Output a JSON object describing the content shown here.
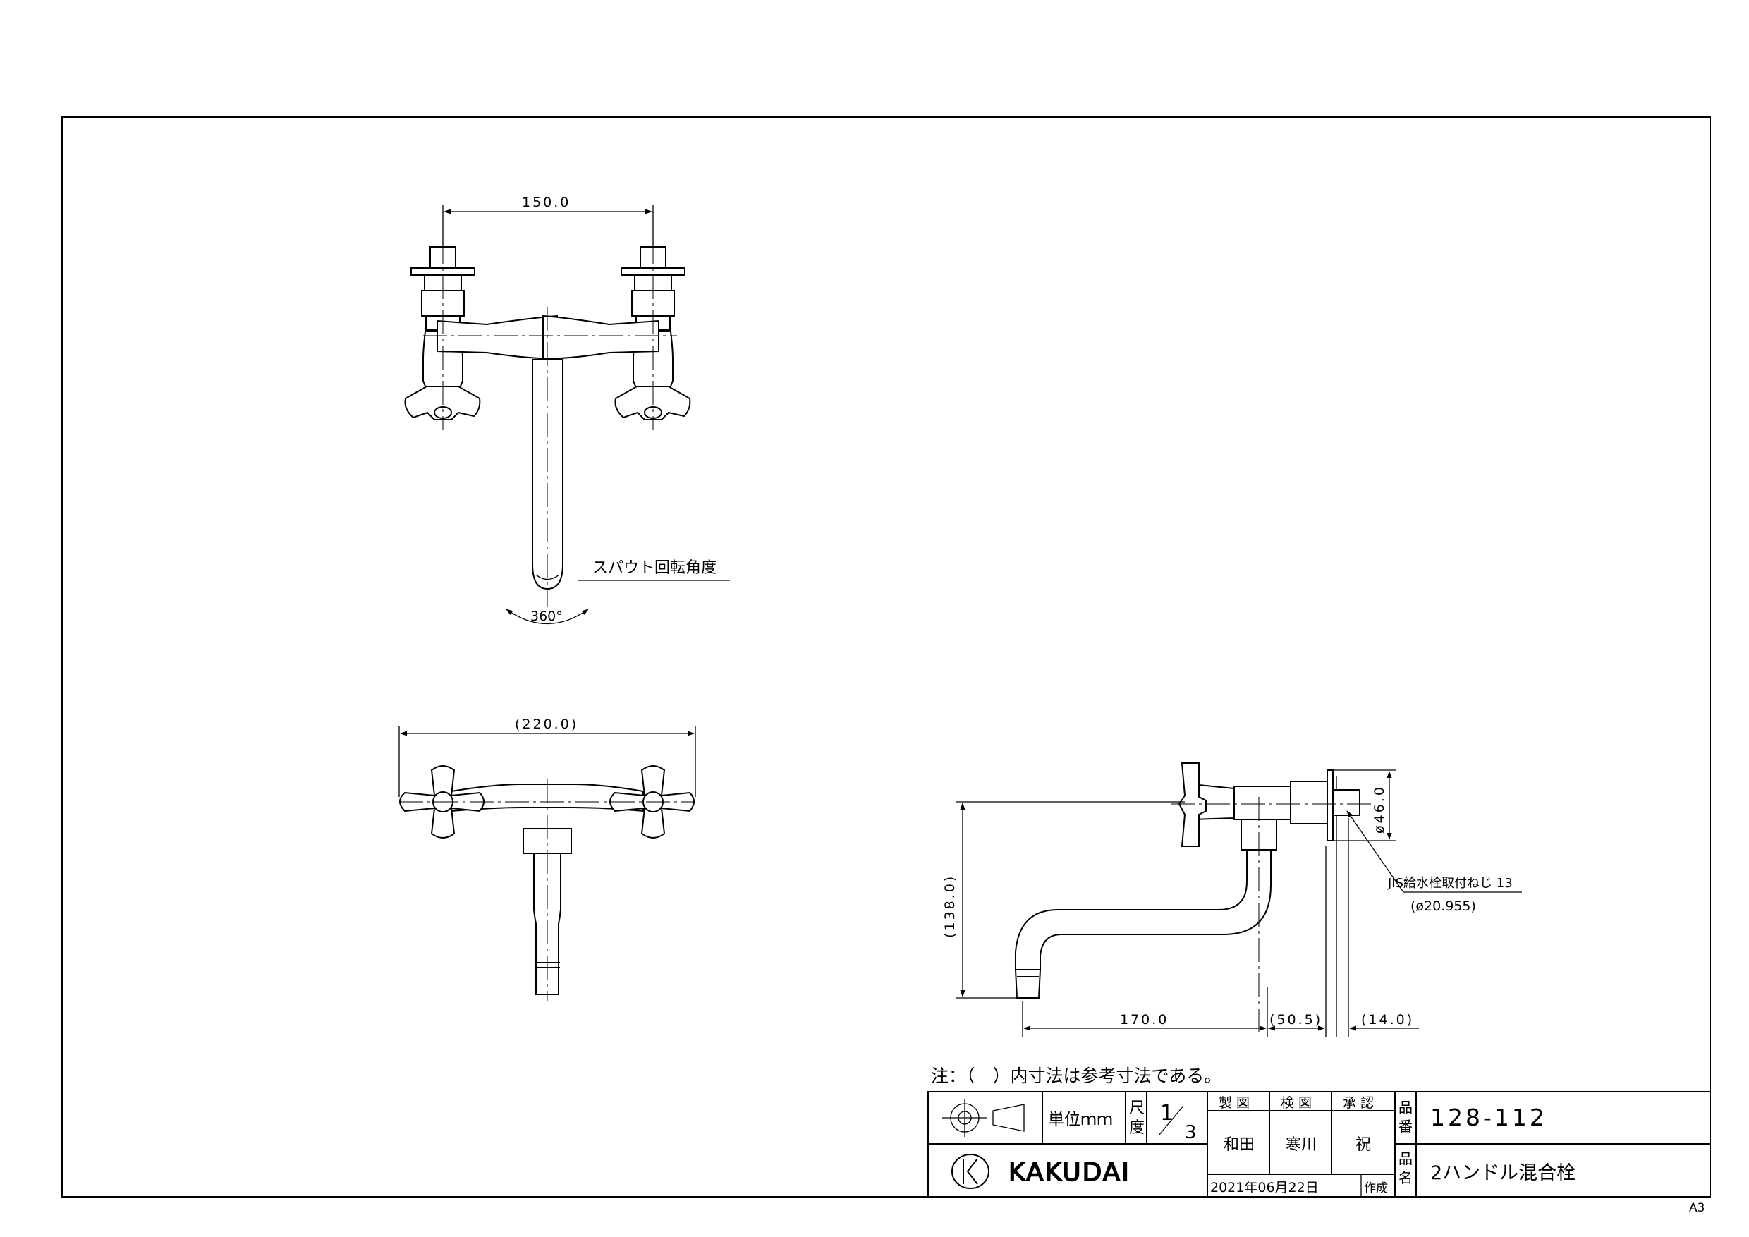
{
  "sheet": {
    "size_mark": "A3"
  },
  "top_view": {
    "dim_width": "150.0",
    "spout_rotation_label": "スパウト回転角度",
    "rotation_angle": "360°"
  },
  "front_view": {
    "dim_width": "(220.0)"
  },
  "side_view": {
    "dim_height": "(138.0)",
    "dim_reach": "170.0",
    "dim_body": "(50.5)",
    "dim_thread": "(14.0)",
    "dim_flange": "ø46.0",
    "thread_note": "JIS給水栓取付ねじ 13",
    "thread_diameter": "(ø20.955)"
  },
  "note": "注：（　）内寸法は参考寸法である。",
  "title_block": {
    "unit_label": "単位ｍｍ",
    "scale_label": "尺度",
    "scale_numerator": "1",
    "scale_denominator": "3",
    "drawn_header": "製 図",
    "checked_header": "検 図",
    "approved_header": "承 認",
    "drawn_by": "和田",
    "checked_by": "寒川",
    "approved_by": "祝",
    "product_number_label": "品番",
    "product_number": "128-112",
    "product_name_label": "品名",
    "product_name": "2ハンドル混合栓",
    "date": "2021年06月22日",
    "created_label": "作成",
    "brand": "KAKUDAI"
  }
}
